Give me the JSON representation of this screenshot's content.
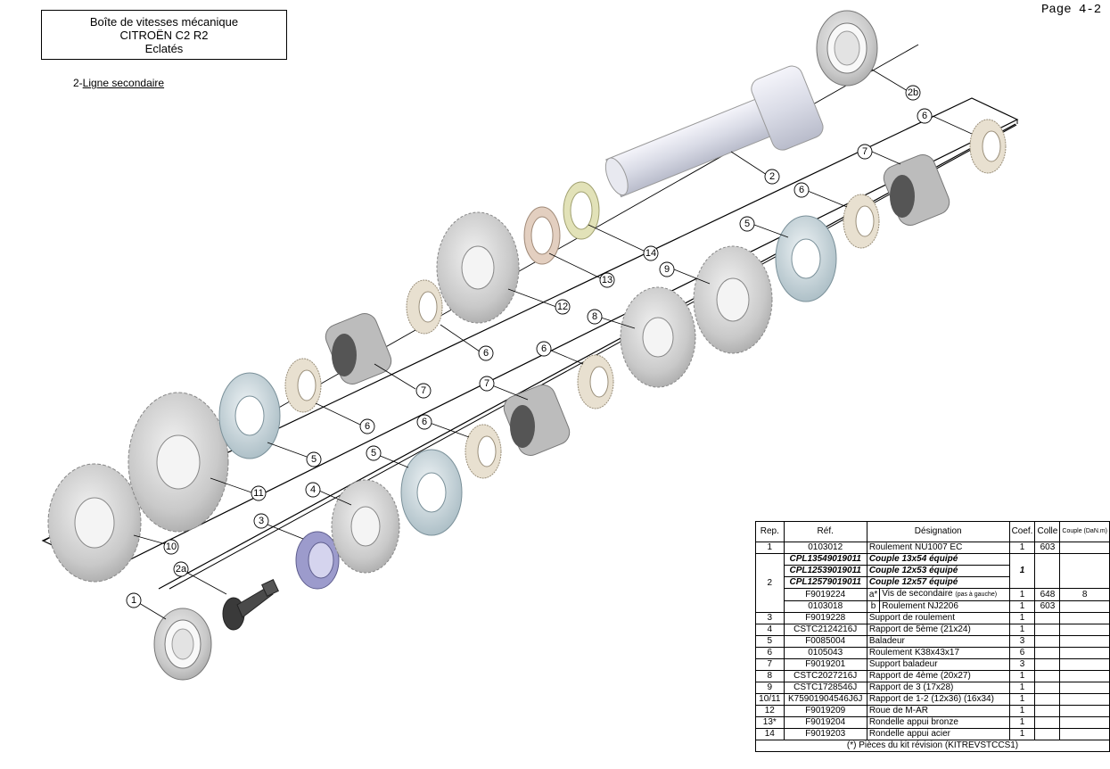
{
  "header": {
    "title_line1": "Boîte de vitesses mécanique",
    "title_line2": "CITROËN C2 R2",
    "title_line3": "Eclatés",
    "section_prefix": "2-",
    "section_label": "Ligne secondaire",
    "page": "Page 4-2"
  },
  "callouts": [
    "2b",
    "6",
    "2",
    "7",
    "14",
    "6",
    "13",
    "5",
    "12",
    "9",
    "6",
    "8",
    "7",
    "6",
    "6",
    "7",
    "6",
    "5",
    "5",
    "11",
    "4",
    "3",
    "10",
    "2a",
    "1"
  ],
  "table": {
    "headers": {
      "rep": "Rep.",
      "ref": "Réf.",
      "designation": "Désignation",
      "coef": "Coef.",
      "colle": "Colle",
      "couple": "Couple (DaN.m)"
    },
    "row1": {
      "rep": "1",
      "ref": "0103012",
      "designation": "Roulement NU1007 EC",
      "coef": "1",
      "colle": "603"
    },
    "row2": {
      "rep": "2",
      "kit_refs": [
        "CPL13549019011",
        "CPL12539019011",
        "CPL12579019011"
      ],
      "kit_designations": [
        "Couple 13x54 équipé",
        "Couple 12x53 équipé",
        "Couple 12x57 équipé"
      ],
      "kit_coef": "1",
      "sub_a": {
        "ref": "F9019224",
        "letter": "a*",
        "designation": "Vis de secondaire",
        "note": "(pas à gauche)",
        "coef": "1",
        "colle": "648",
        "couple": "8"
      },
      "sub_b": {
        "ref": "0103018",
        "letter": "b",
        "designation": "Roulement NJ2206",
        "coef": "1",
        "colle": "603"
      }
    },
    "rows": [
      {
        "rep": "3",
        "ref": "F9019228",
        "designation": "Support de roulement",
        "coef": "1"
      },
      {
        "rep": "4",
        "ref": "CSTC2124216J",
        "designation": "Rapport de 5ème (21x24)",
        "coef": "1"
      },
      {
        "rep": "5",
        "ref": "F0085004",
        "designation": "Baladeur",
        "coef": "3"
      },
      {
        "rep": "6",
        "ref": "0105043",
        "designation": "Roulement K38x43x17",
        "coef": "6"
      },
      {
        "rep": "7",
        "ref": "F9019201",
        "designation": "Support baladeur",
        "coef": "3"
      },
      {
        "rep": "8",
        "ref": "CSTC2027216J",
        "designation": "Rapport de 4ème (20x27)",
        "coef": "1"
      },
      {
        "rep": "9",
        "ref": "CSTC1728546J",
        "designation": "Rapport de 3 (17x28)",
        "coef": "1"
      },
      {
        "rep": "10/11",
        "ref": "K75901904546J6J",
        "designation": "Rapport de 1-2 (12x36) (16x34)",
        "coef": "1"
      },
      {
        "rep": "12",
        "ref": "F9019209",
        "designation": "Roue de M-AR",
        "coef": "1"
      },
      {
        "rep": "13*",
        "ref": "F9019204",
        "designation": "Rondelle appui bronze",
        "coef": "1"
      },
      {
        "rep": "14",
        "ref": "F9019203",
        "designation": "Rondelle appui acier",
        "coef": "1"
      }
    ],
    "footer": "(*) Pièces du kit révision (KITREVSTCCS1)"
  }
}
